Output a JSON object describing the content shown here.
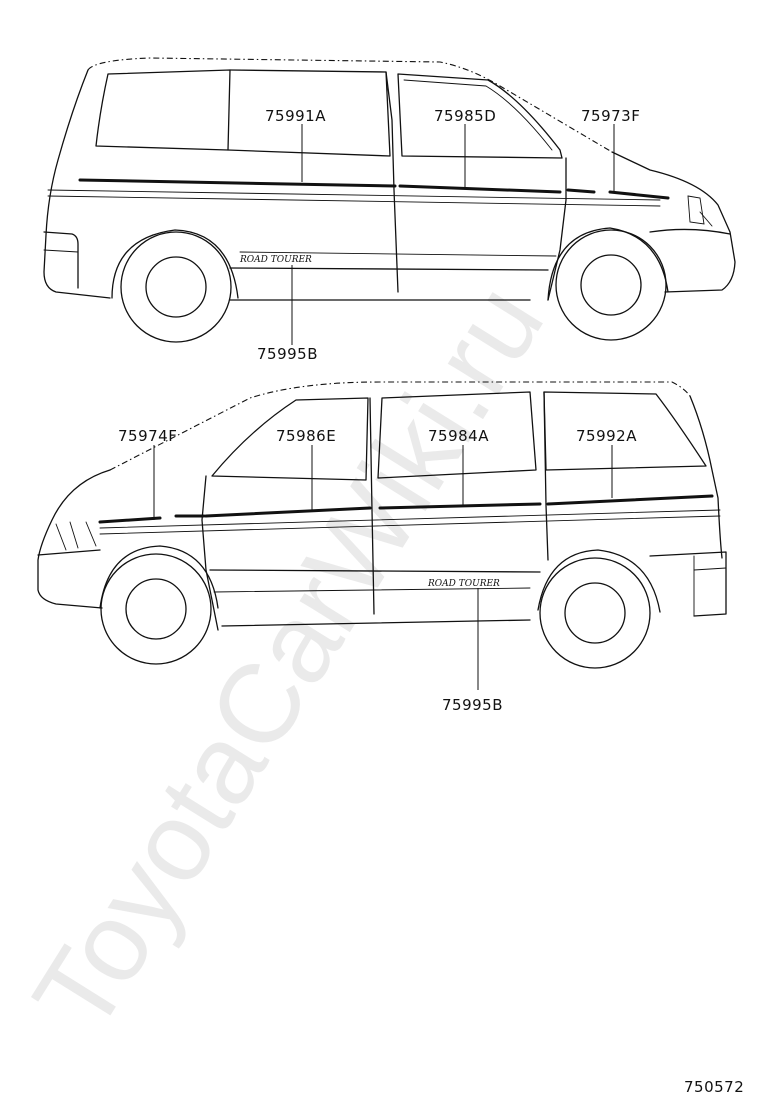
{
  "watermark": "ToyotaCarWiki.ru",
  "figure_number": "750572",
  "upper_view": {
    "labels": {
      "rear_quarter_window": "75991A",
      "slide_door": "75985D",
      "front_door_front": "75973F",
      "rocker": "75995B"
    },
    "emblem": "ROAD TOURER"
  },
  "lower_view": {
    "labels": {
      "front_door_front": "75974F",
      "front_door": "75986E",
      "slide_door": "75984A",
      "rear_quarter": "75992A",
      "rocker": "75995B"
    },
    "emblem": "ROAD TOURER"
  },
  "colors": {
    "line": "#111111",
    "watermark": "#d8d8d8",
    "background": "#ffffff"
  }
}
